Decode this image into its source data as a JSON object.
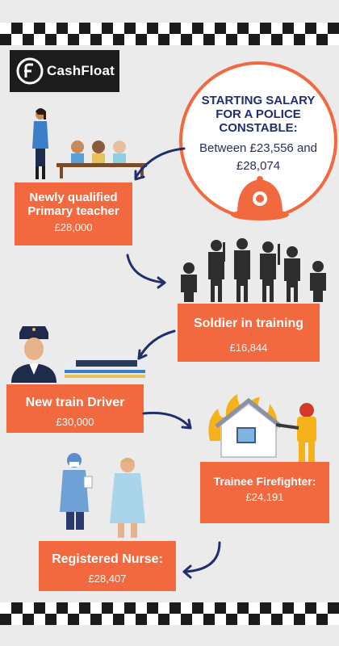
{
  "brand": {
    "name": "CashFloat",
    "colors": {
      "accent": "#f2693f",
      "navy": "#222f6e",
      "dark": "#1c1c1c",
      "background": "#ecebec"
    }
  },
  "headline": {
    "title": "STARTING SALARY FOR A POLICE CONSTABLE:",
    "value": "Between £23,556 and £28,074"
  },
  "careers": [
    {
      "title": "Newly qualified Primary teacher",
      "salary": "£28,000",
      "icon": "teacher-classroom-icon"
    },
    {
      "title": "Soldier in training",
      "salary": "£16,844",
      "icon": "soldiers-silhouette-icon"
    },
    {
      "title": "New train Driver",
      "salary": "£30,000",
      "icon": "train-driver-icon"
    },
    {
      "title": "Trainee Firefighter:",
      "salary": "£24,191",
      "icon": "firefighter-house-fire-icon"
    },
    {
      "title": "Registered Nurse:",
      "salary": "£28,407",
      "icon": "nurse-patient-icon"
    }
  ]
}
